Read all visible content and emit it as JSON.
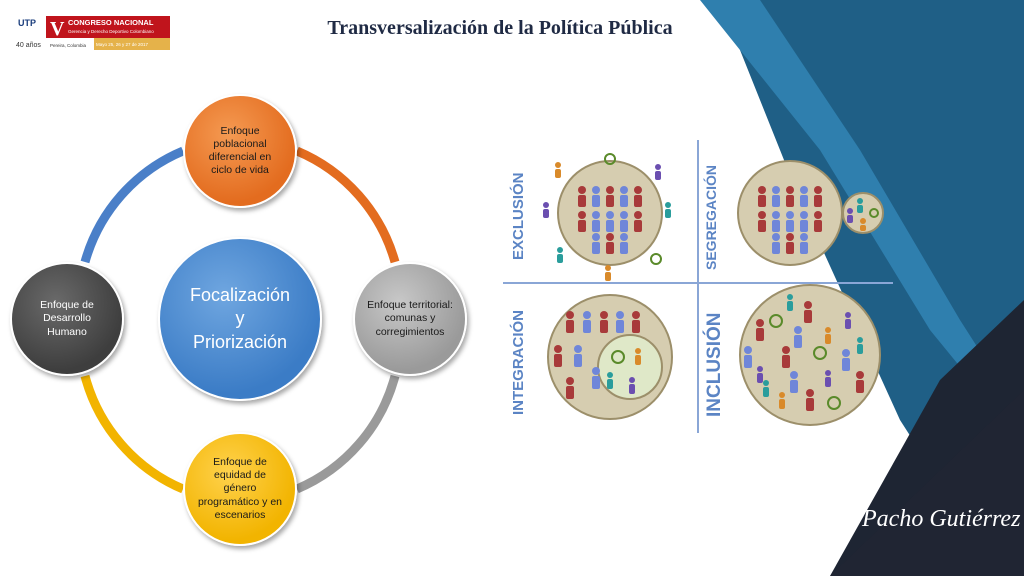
{
  "header": {
    "title": "Transversalización de la Política Pública",
    "logo": {
      "org": "UTP",
      "numeral": "V",
      "event": "CONGRESO NACIONAL",
      "subtitle": "Gerencia y Derecho Deportivo Colombiano",
      "dates": "Mayo 25, 26 y 27 de 2017",
      "years": "40 años",
      "place": "Pereira, Colombia"
    }
  },
  "cycle": {
    "center": {
      "line1": "Focalización",
      "line2": "y",
      "line3": "Priorización"
    },
    "top": "Enfoque poblacional diferencial en ciclo de vida",
    "right": "Enfoque territorial: comunas y corregimientos",
    "bottom": "Enfoque de equidad de género programático y en escenarios",
    "left": "Enfoque de Desarrollo Humano",
    "colors": {
      "top": "#e36c1f",
      "right": "#9a9a9a",
      "bottom": "#f2b400",
      "left": "#4a7fc8",
      "center": "#3b7cc6"
    }
  },
  "quadrants": {
    "exclusion": "EXCLUSIÓN",
    "segregacion": "SEGREGACIÓN",
    "integracion": "INTEGRACIÓN",
    "inclusion": "INCLUSIÓN",
    "label_color": "#5b84c4"
  },
  "signature": "Pacho Gutiérrez"
}
